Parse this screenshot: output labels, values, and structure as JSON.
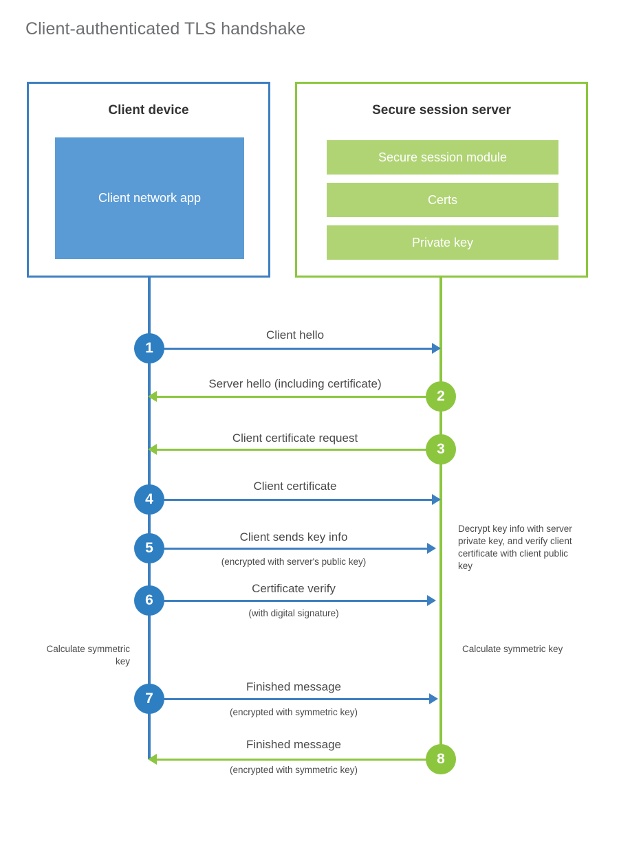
{
  "title": "Client-authenticated TLS handshake",
  "colors": {
    "blue_border": "#3d7fc1",
    "blue_fill": "#5b9bd5",
    "blue_circle": "#2e7fc2",
    "green_border": "#8cc63f",
    "green_fill": "#b0d474",
    "green_circle": "#8cc63f",
    "text": "#4a4a4a",
    "title_text": "#6d6e71",
    "background": "#ffffff"
  },
  "client": {
    "title": "Client device",
    "app_label": "Client network app"
  },
  "server": {
    "title": "Secure session server",
    "blocks": [
      {
        "label": "Secure session module"
      },
      {
        "label": "Certs"
      },
      {
        "label": "Private key"
      }
    ]
  },
  "steps": [
    {
      "number": "1",
      "label": "Client hello",
      "sublabel": "",
      "direction": "client-to-server",
      "color": "blue"
    },
    {
      "number": "2",
      "label": "Server hello (including certificate)",
      "sublabel": "",
      "direction": "server-to-client",
      "color": "green"
    },
    {
      "number": "3",
      "label": "Client certificate request",
      "sublabel": "",
      "direction": "server-to-client",
      "color": "green"
    },
    {
      "number": "4",
      "label": "Client certificate",
      "sublabel": "",
      "direction": "client-to-server",
      "color": "blue"
    },
    {
      "number": "5",
      "label": "Client sends key info",
      "sublabel": "(encrypted with server's public key)",
      "direction": "client-to-server",
      "color": "blue"
    },
    {
      "number": "6",
      "label": "Certificate verify",
      "sublabel": "(with digital signature)",
      "direction": "client-to-server",
      "color": "blue"
    },
    {
      "number": "7",
      "label": "Finished message",
      "sublabel": "(encrypted with symmetric key)",
      "direction": "client-to-server",
      "color": "blue"
    },
    {
      "number": "8",
      "label": "Finished message",
      "sublabel": "(encrypted with symmetric key)",
      "direction": "server-to-client",
      "color": "green"
    }
  ],
  "notes": {
    "decrypt": "Decrypt key info with server private key, and verify client certificate with client public key",
    "calculate_client": "Calculate symmetric key",
    "calculate_server": "Calculate symmetric key"
  }
}
